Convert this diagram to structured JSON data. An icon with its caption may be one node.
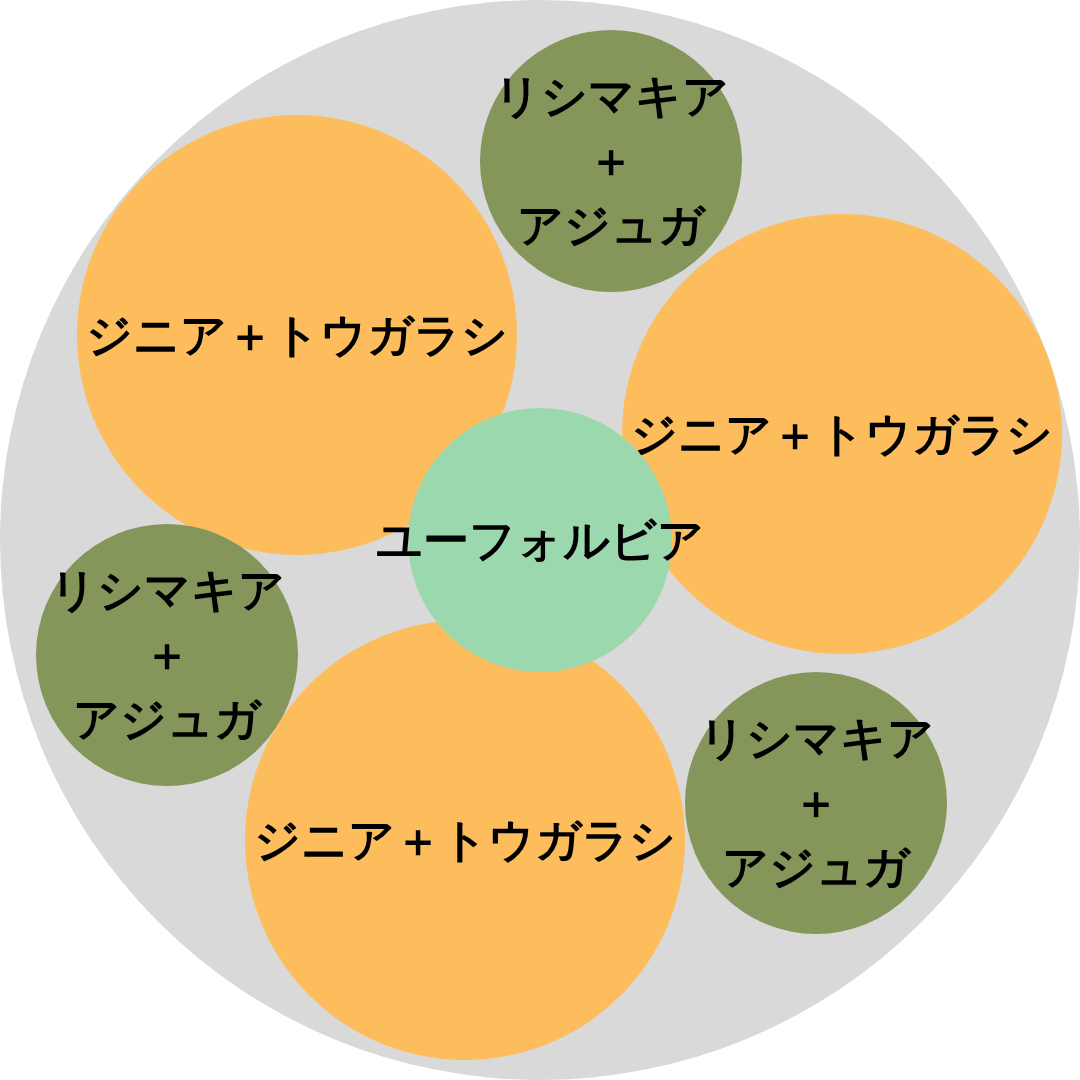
{
  "diagram": {
    "nodes": [
      {
        "text": [],
        "shape": "circle"
      },
      {
        "text": [
          "リシマキア＋アジュガ"
        ],
        "in": 0
      },
      {
        "text": [
          "ジニア＋トウガラシ"
        ],
        "in": 0
      },
      {
        "text": [
          "ジニア＋トウガラシ"
        ],
        "in": 0
      },
      {
        "text": [
          "ユーフォルビア"
        ],
        "in": 0
      },
      {
        "text": [
          "リシマキア＋アジュガ"
        ],
        "in": 0
      },
      {
        "text": [
          "ジニア＋トウガラシ"
        ],
        "in": 0
      },
      {
        "text": [
          "リシマキア＋アジュガ"
        ],
        "in": 0
      }
    ]
  }
}
